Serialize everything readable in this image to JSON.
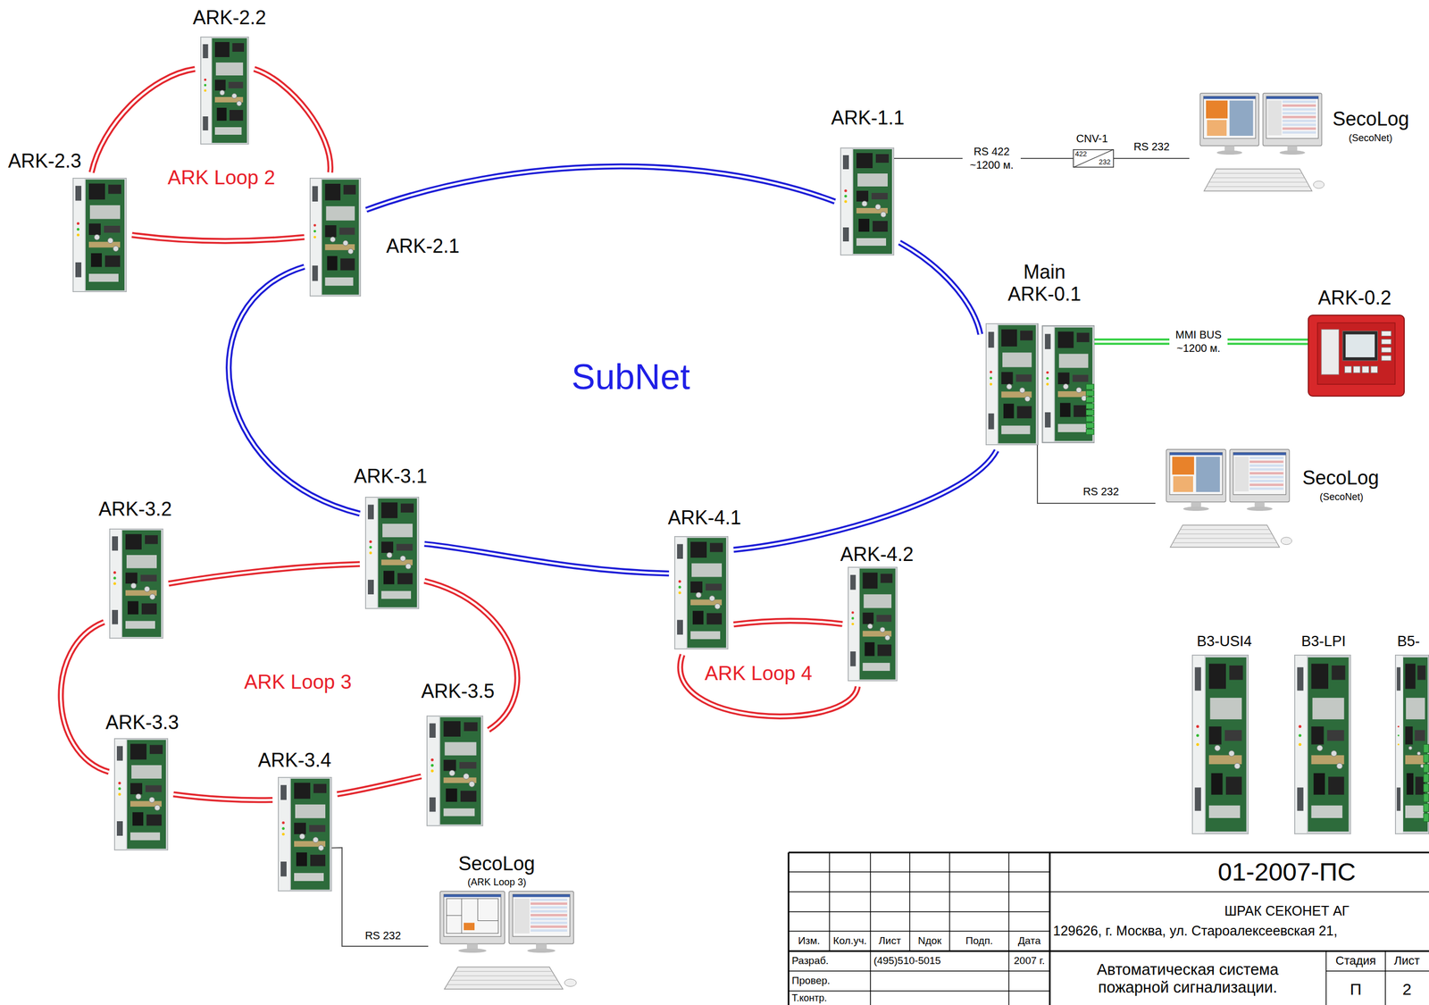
{
  "diagram": {
    "nodes": [
      {
        "text": [
          "ARK-2.2"
        ]
      },
      {
        "text": [
          "ARK-2.3"
        ]
      },
      {
        "text": [
          "ARK-2.1"
        ]
      },
      {
        "text": [
          "ARK-1.1"
        ]
      },
      {
        "text": [
          "Main ARK-0.1"
        ]
      },
      {
        "text": [
          "ARK-0.2"
        ]
      },
      {
        "text": [
          "CNV-1",
          "422",
          "232"
        ]
      },
      {
        "text": [
          "SecoLog",
          "(SecoNet)"
        ]
      },
      {
        "text": [
          "SecoLog",
          "(SecoNet)"
        ]
      },
      {
        "text": [
          "ARK-3.1"
        ]
      },
      {
        "text": [
          "ARK-4.1"
        ]
      },
      {
        "text": [
          "ARK-4.2"
        ]
      },
      {
        "text": [
          "ARK-3.2"
        ]
      },
      {
        "text": [
          "ARK-3.3"
        ]
      },
      {
        "text": [
          "ARK-3.4"
        ]
      },
      {
        "text": [
          "ARK-3.5"
        ]
      },
      {
        "text": [
          "SecoLog",
          "(ARK Loop 3)"
        ]
      },
      {
        "text": [
          "B3-USI4"
        ]
      },
      {
        "text": [
          "B3-LPI"
        ]
      },
      {
        "text": [
          "B5-"
        ]
      }
    ],
    "edges": [
      {
        "from": 3,
        "to": 4,
        "arrow": "none"
      },
      {
        "from": 4,
        "to": 10,
        "arrow": "none"
      },
      {
        "from": 10,
        "to": 9,
        "arrow": "none"
      },
      {
        "from": 9,
        "to": 2,
        "arrow": "none"
      },
      {
        "from": 2,
        "to": 3,
        "arrow": "none"
      },
      {
        "from": 2,
        "to": 0,
        "arrow": "none"
      },
      {
        "from": 0,
        "to": 1,
        "arrow": "none"
      },
      {
        "from": 1,
        "to": 2,
        "arrow": "none"
      },
      {
        "from": 9,
        "to": 12,
        "arrow": "none"
      },
      {
        "from": 12,
        "to": 13,
        "arrow": "none"
      },
      {
        "from": 13,
        "to": 14,
        "arrow": "none"
      },
      {
        "from": 14,
        "to": 15,
        "arrow": "none"
      },
      {
        "from": 15,
        "to": 9,
        "arrow": "none"
      },
      {
        "from": 10,
        "to": 11,
        "arrow": "none"
      },
      {
        "from": 11,
        "to": 10,
        "arrow": "none"
      },
      {
        "from": 3,
        "to": 6,
        "label": "RS 422 ~1200 м.",
        "arrow": "none"
      },
      {
        "from": 6,
        "to": 7,
        "label": "RS 232",
        "arrow": "none"
      },
      {
        "from": 4,
        "to": 5,
        "label": "MMI BUS ~1200 м.",
        "arrow": "none"
      },
      {
        "from": 4,
        "to": 8,
        "label": "RS 232",
        "arrow": "none"
      },
      {
        "from": 14,
        "to": 16,
        "label": "RS 232",
        "arrow": "none"
      }
    ],
    "labels": [
      "SubNet",
      "ARK Loop 2",
      "ARK Loop 3",
      "ARK Loop 4",
      "01-2007-ПС",
      "ШРАК СЕКОНЕТ АГ",
      "129626, г. Москва, ул. Староалексеевская 21,",
      "Изм.",
      "Кол.уч.",
      "Лист",
      "Nдок",
      "Подп.",
      "Дата",
      "Разраб.",
      "(495)510-5015",
      "2007 г.",
      "Провер.",
      "Т.контр.",
      "Автоматическая система пожарной сигнализации.",
      "Стадия",
      "Лист",
      "П",
      "2"
    ]
  }
}
